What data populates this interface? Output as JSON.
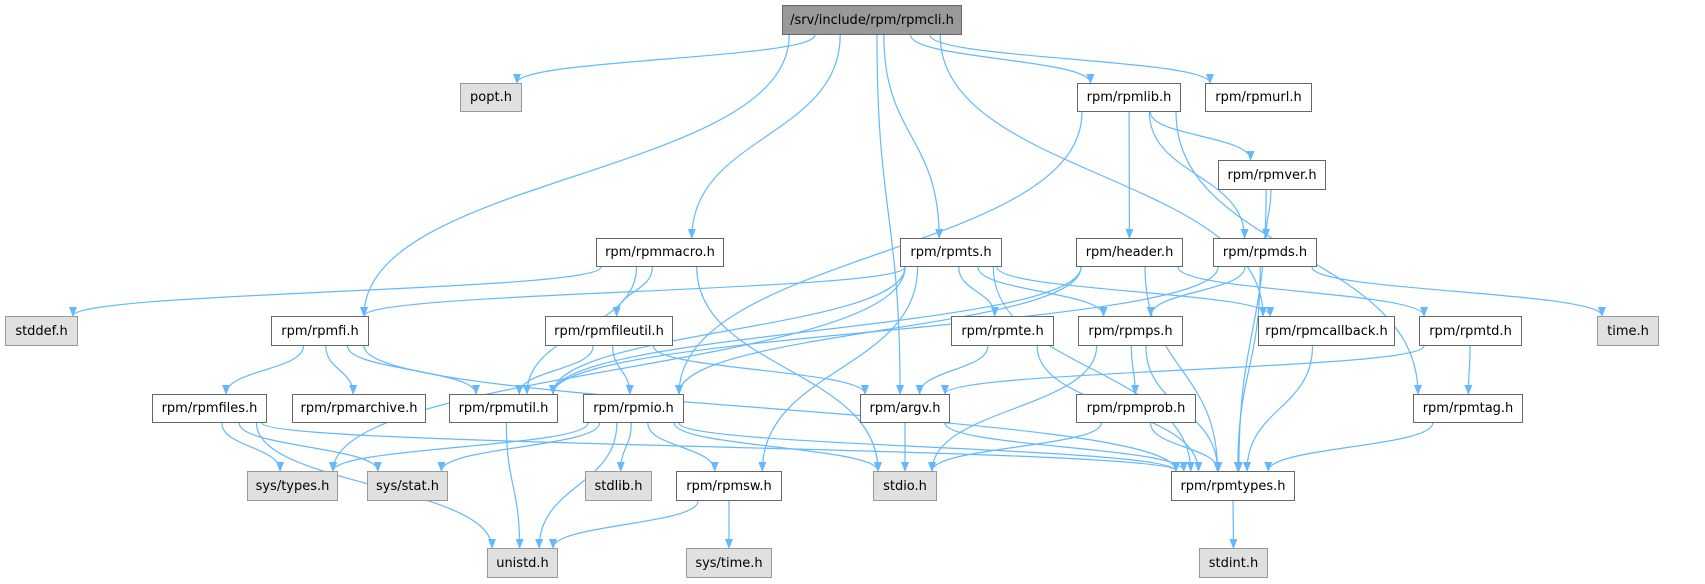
{
  "colors": {
    "edge": "#63b8ff",
    "main_fill": "#999999",
    "external_fill": "#e0e0e0",
    "node_border": "#666666"
  },
  "nodes": [
    {
      "id": "rpmcli",
      "label": "/srv/include/rpm/rpmcli.h",
      "kind": "main"
    },
    {
      "id": "popt",
      "label": "popt.h",
      "kind": "external"
    },
    {
      "id": "rpmlib",
      "label": "rpm/rpmlib.h",
      "kind": "normal"
    },
    {
      "id": "rpmurl",
      "label": "rpm/rpmurl.h",
      "kind": "normal"
    },
    {
      "id": "rpmver",
      "label": "rpm/rpmver.h",
      "kind": "normal"
    },
    {
      "id": "rpmmacro",
      "label": "rpm/rpmmacro.h",
      "kind": "normal"
    },
    {
      "id": "rpmts",
      "label": "rpm/rpmts.h",
      "kind": "normal"
    },
    {
      "id": "header",
      "label": "rpm/header.h",
      "kind": "normal"
    },
    {
      "id": "rpmds",
      "label": "rpm/rpmds.h",
      "kind": "normal"
    },
    {
      "id": "stddef",
      "label": "stddef.h",
      "kind": "external"
    },
    {
      "id": "rpmfi",
      "label": "rpm/rpmfi.h",
      "kind": "normal"
    },
    {
      "id": "rpmfileutil",
      "label": "rpm/rpmfileutil.h",
      "kind": "normal"
    },
    {
      "id": "rpmte",
      "label": "rpm/rpmte.h",
      "kind": "normal"
    },
    {
      "id": "rpmps",
      "label": "rpm/rpmps.h",
      "kind": "normal"
    },
    {
      "id": "rpmcallback",
      "label": "rpm/rpmcallback.h",
      "kind": "normal"
    },
    {
      "id": "rpmtd",
      "label": "rpm/rpmtd.h",
      "kind": "normal"
    },
    {
      "id": "time",
      "label": "time.h",
      "kind": "external"
    },
    {
      "id": "rpmfiles",
      "label": "rpm/rpmfiles.h",
      "kind": "normal"
    },
    {
      "id": "rpmarchive",
      "label": "rpm/rpmarchive.h",
      "kind": "normal"
    },
    {
      "id": "rpmutil",
      "label": "rpm/rpmutil.h",
      "kind": "normal"
    },
    {
      "id": "rpmio",
      "label": "rpm/rpmio.h",
      "kind": "normal"
    },
    {
      "id": "argv",
      "label": "rpm/argv.h",
      "kind": "normal"
    },
    {
      "id": "rpmprob",
      "label": "rpm/rpmprob.h",
      "kind": "normal"
    },
    {
      "id": "rpmtag",
      "label": "rpm/rpmtag.h",
      "kind": "normal"
    },
    {
      "id": "systypes",
      "label": "sys/types.h",
      "kind": "external"
    },
    {
      "id": "sysstat",
      "label": "sys/stat.h",
      "kind": "external"
    },
    {
      "id": "stdlib",
      "label": "stdlib.h",
      "kind": "external"
    },
    {
      "id": "rpmsw",
      "label": "rpm/rpmsw.h",
      "kind": "normal"
    },
    {
      "id": "stdio",
      "label": "stdio.h",
      "kind": "external"
    },
    {
      "id": "rpmtypes",
      "label": "rpm/rpmtypes.h",
      "kind": "normal"
    },
    {
      "id": "unistd",
      "label": "unistd.h",
      "kind": "external"
    },
    {
      "id": "systime",
      "label": "sys/time.h",
      "kind": "external"
    },
    {
      "id": "stdint",
      "label": "stdint.h",
      "kind": "external"
    }
  ],
  "edges": [
    [
      "rpmcli",
      "popt"
    ],
    [
      "rpmcli",
      "rpmfi"
    ],
    [
      "rpmcli",
      "rpmmacro"
    ],
    [
      "rpmcli",
      "argv"
    ],
    [
      "rpmcli",
      "rpmts"
    ],
    [
      "rpmcli",
      "rpmcallback"
    ],
    [
      "rpmcli",
      "rpmlib"
    ],
    [
      "rpmcli",
      "rpmurl"
    ],
    [
      "rpmlib",
      "rpmio"
    ],
    [
      "rpmlib",
      "header"
    ],
    [
      "rpmlib",
      "rpmds"
    ],
    [
      "rpmlib",
      "rpmver"
    ],
    [
      "rpmlib",
      "rpmtag"
    ],
    [
      "rpmver",
      "rpmds"
    ],
    [
      "rpmver",
      "rpmtypes"
    ],
    [
      "rpmmacro",
      "stddef"
    ],
    [
      "rpmmacro",
      "rpmutil"
    ],
    [
      "rpmmacro",
      "rpmfileutil"
    ],
    [
      "rpmmacro",
      "stdio"
    ],
    [
      "rpmts",
      "rpmfi"
    ],
    [
      "rpmts",
      "rpmutil"
    ],
    [
      "rpmts",
      "systypes"
    ],
    [
      "rpmts",
      "rpmte"
    ],
    [
      "rpmts",
      "rpmps"
    ],
    [
      "rpmts",
      "rpmcallback"
    ],
    [
      "rpmts",
      "rpmtypes"
    ],
    [
      "rpmts",
      "rpmsw"
    ],
    [
      "header",
      "rpmio"
    ],
    [
      "header",
      "rpmutil"
    ],
    [
      "header",
      "rpmtd"
    ],
    [
      "header",
      "rpmtypes"
    ],
    [
      "rpmds",
      "rpmps"
    ],
    [
      "rpmds",
      "time"
    ],
    [
      "rpmds",
      "rpmtypes"
    ],
    [
      "rpmds",
      "rpmutil"
    ],
    [
      "rpmfi",
      "rpmfiles"
    ],
    [
      "rpmfi",
      "rpmarchive"
    ],
    [
      "rpmfi",
      "rpmutil"
    ],
    [
      "rpmfi",
      "rpmtypes"
    ],
    [
      "rpmfileutil",
      "rpmutil"
    ],
    [
      "rpmfileutil",
      "rpmio"
    ],
    [
      "rpmfileutil",
      "argv"
    ],
    [
      "rpmfiles",
      "systypes"
    ],
    [
      "rpmfiles",
      "sysstat"
    ],
    [
      "rpmfiles",
      "rpmtypes"
    ],
    [
      "rpmfiles",
      "unistd"
    ],
    [
      "rpmio",
      "systypes"
    ],
    [
      "rpmio",
      "sysstat"
    ],
    [
      "rpmio",
      "stdlib"
    ],
    [
      "rpmio",
      "rpmsw"
    ],
    [
      "rpmio",
      "unistd"
    ],
    [
      "rpmio",
      "stdio"
    ],
    [
      "rpmio",
      "rpmtypes"
    ],
    [
      "rpmutil",
      "unistd"
    ],
    [
      "rpmsw",
      "unistd"
    ],
    [
      "rpmsw",
      "systime"
    ],
    [
      "rpmte",
      "argv"
    ],
    [
      "rpmte",
      "rpmtypes"
    ],
    [
      "rpmps",
      "stdio"
    ],
    [
      "rpmps",
      "rpmprob"
    ],
    [
      "rpmps",
      "rpmtypes"
    ],
    [
      "rpmcallback",
      "rpmtypes"
    ],
    [
      "rpmtd",
      "argv"
    ],
    [
      "rpmtd",
      "rpmtag"
    ],
    [
      "argv",
      "stdio"
    ],
    [
      "argv",
      "rpmtypes"
    ],
    [
      "rpmprob",
      "stdio"
    ],
    [
      "rpmprob",
      "rpmtypes"
    ],
    [
      "rpmtag",
      "rpmtypes"
    ],
    [
      "rpmtypes",
      "stdint"
    ]
  ]
}
